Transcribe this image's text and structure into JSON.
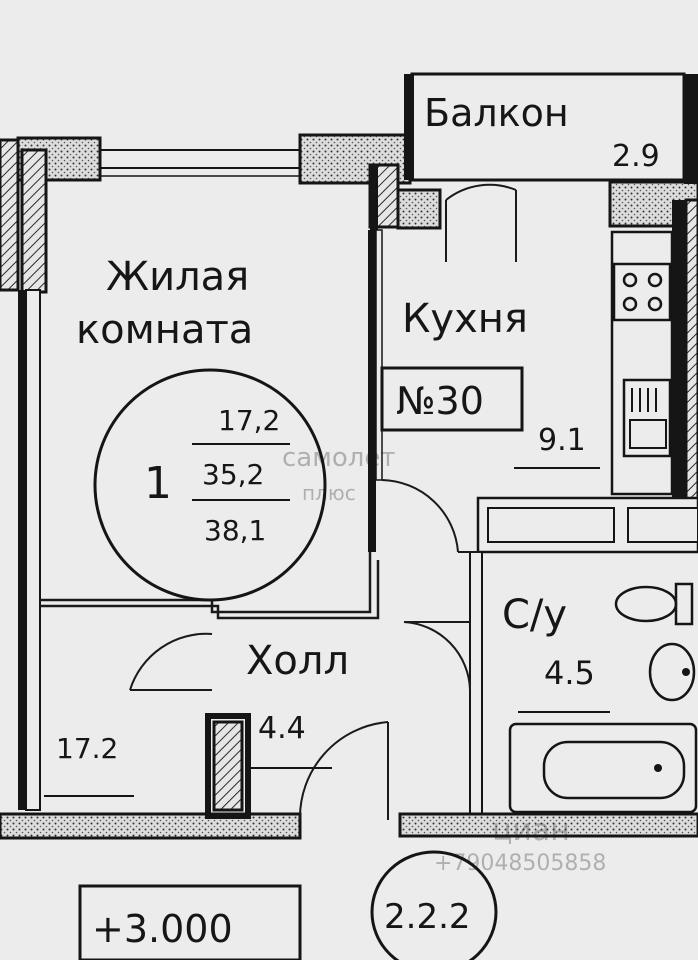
{
  "rooms": {
    "living": {
      "name_line1": "Жилая",
      "name_line2": "комната",
      "area": "17.2"
    },
    "kitchen": {
      "name": "Кухня",
      "area": "9.1"
    },
    "hall": {
      "name": "Холл",
      "area": "4.4"
    },
    "bathroom": {
      "name": "С/у",
      "area": "4.5"
    },
    "balcony": {
      "name": "Балкон",
      "area": "2.9"
    }
  },
  "apartment": {
    "number": "№30",
    "rooms_count": "1",
    "living_area": "17,2",
    "total_area": "35,2",
    "total_area_with_balcony": "38,1"
  },
  "markers": {
    "elevation": "+3.000",
    "section_code": "2.2.2"
  },
  "watermark": {
    "brand": "самолет",
    "brand_sub": "плюс",
    "site": "циан",
    "phone": "+79048505858"
  }
}
